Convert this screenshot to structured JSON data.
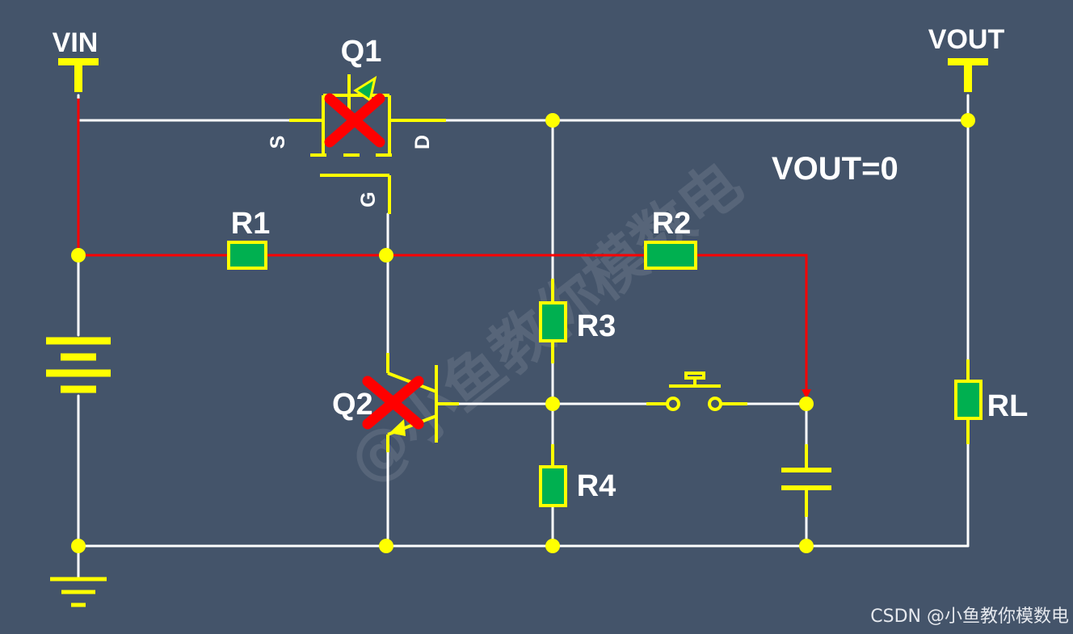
{
  "labels": {
    "vin": "VIN",
    "vout": "VOUT",
    "q1": "Q1",
    "q2": "Q2",
    "source_pin": "S",
    "drain_pin": "D",
    "gate_pin": "G",
    "r1": "R1",
    "r2": "R2",
    "r3": "R3",
    "r4": "R4",
    "rl": "RL",
    "status": "VOUT=0"
  },
  "watermark": "@小鱼教你模数电",
  "footer": "CSDN @小鱼教你模数电",
  "colors": {
    "background": "#44546a",
    "wire": "#ffffff",
    "component": "#ffff00",
    "resistor_fill": "#00b050",
    "current_path": "#ff0000",
    "off_mark": "#ff0000"
  },
  "state": {
    "q1": "off",
    "q2": "off"
  }
}
